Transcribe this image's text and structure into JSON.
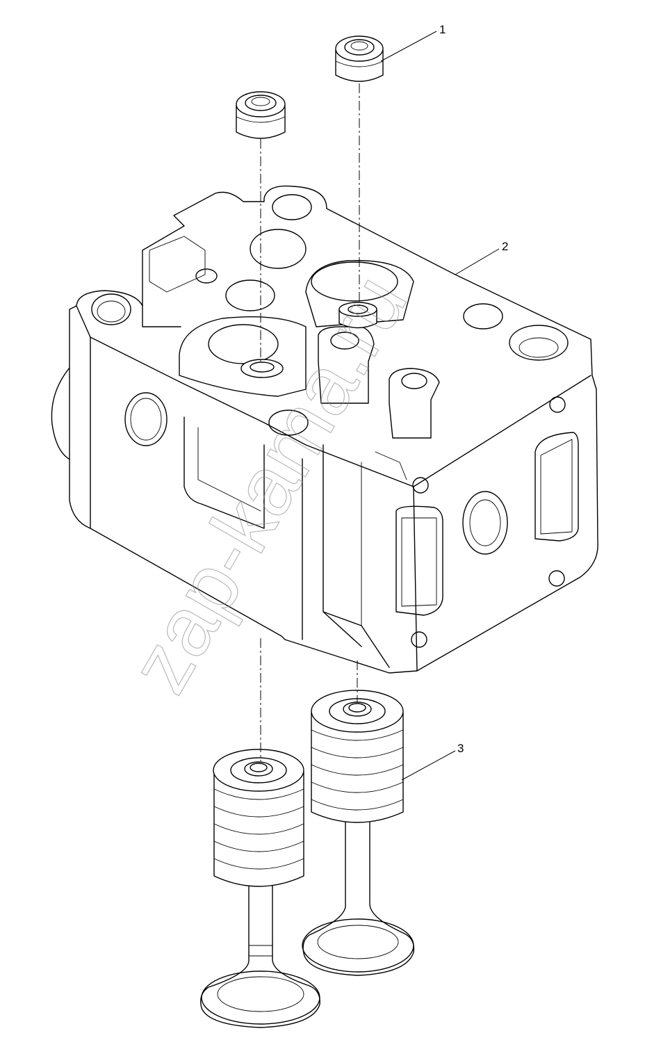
{
  "callouts": [
    {
      "id": "valve-seal",
      "label": "1"
    },
    {
      "id": "cylinder-head",
      "label": "2"
    },
    {
      "id": "valve-assembly",
      "label": "3"
    }
  ],
  "watermark": "zap-kama.ru",
  "colors": {
    "line": "#000000",
    "background": "#ffffff",
    "watermark": "#888888"
  }
}
